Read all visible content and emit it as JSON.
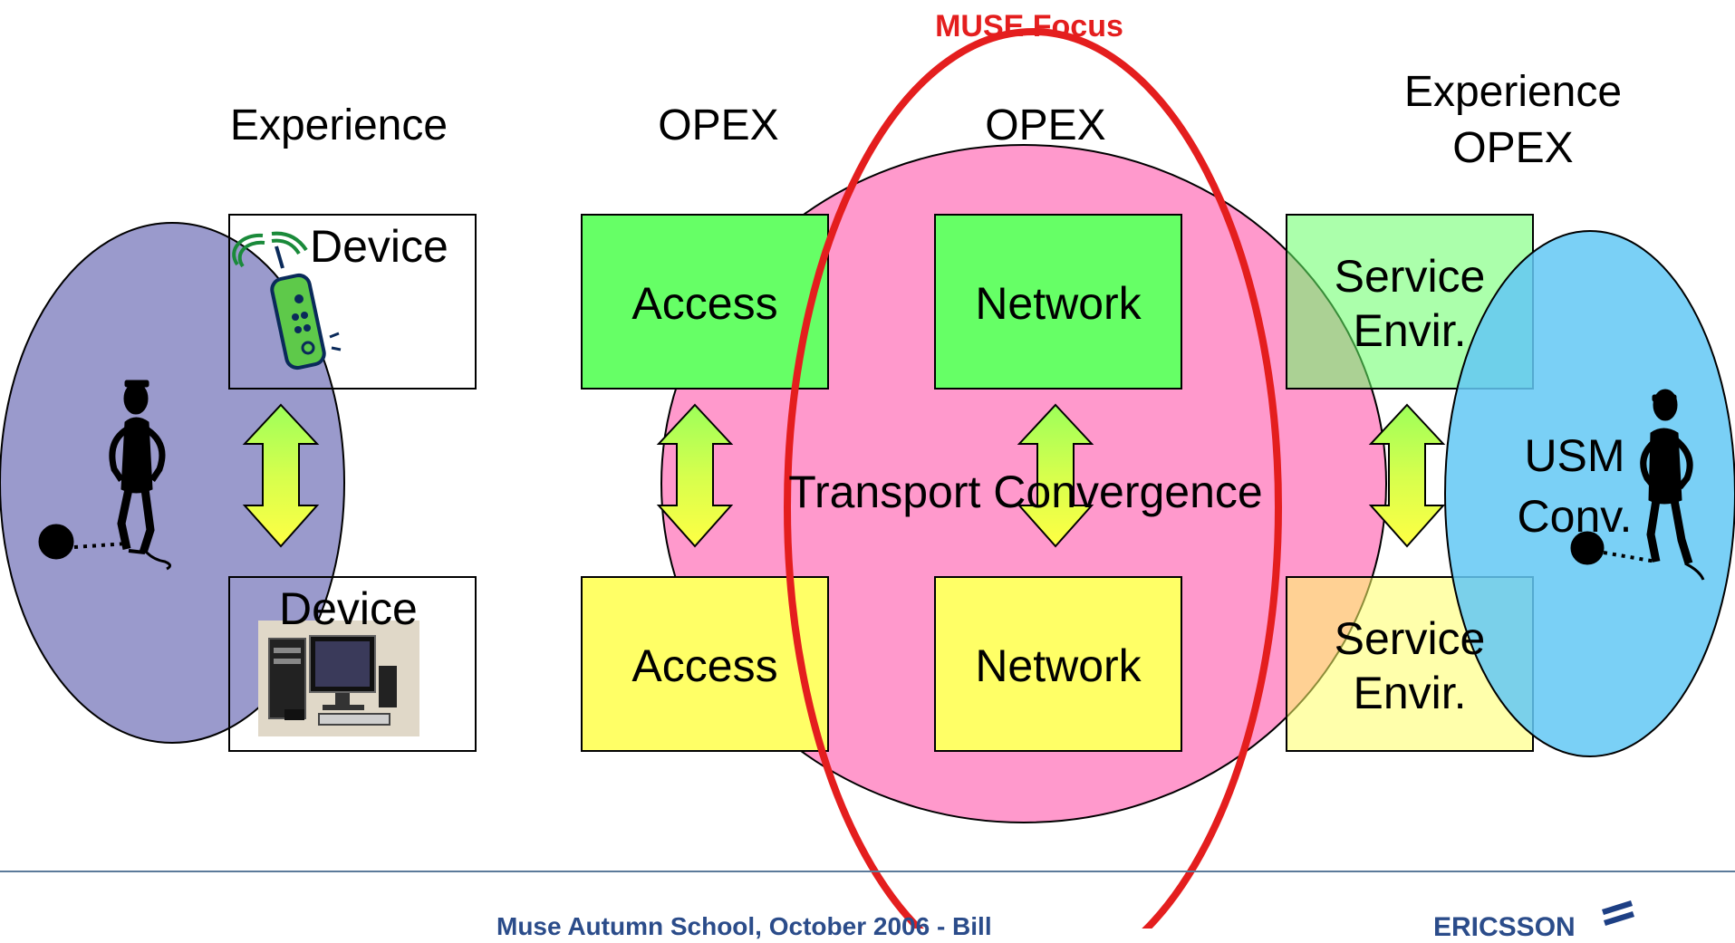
{
  "focus_title": "MUSE Focus",
  "headers": {
    "left": "Experience",
    "access": "OPEX",
    "network": "OPEX",
    "right_line1": "Experience",
    "right_line2": "OPEX"
  },
  "boxes": {
    "device_top": "Device",
    "device_bottom": "Device",
    "access_top": "Access",
    "access_bottom": "Access",
    "network_top": "Network",
    "network_bottom": "Network",
    "service_top_line1": "Service",
    "service_top_line2": "Envir.",
    "service_bottom_line1": "Service",
    "service_bottom_line2": "Envir."
  },
  "center_label": "Transport Convergence",
  "usm_line1": "USM",
  "usm_line2": "Conv.",
  "footer": {
    "text": "Muse Autumn School, October 2006 - Bill",
    "logo": "ERICSSON"
  },
  "colors": {
    "focus_red": "#e41e1e",
    "left_ellipse": "#9a9acc",
    "pink_ellipse": "#ff99cc",
    "right_ellipse": "#63c8f5",
    "green_box": "#66ff66",
    "yellow_box": "#ffff66"
  }
}
